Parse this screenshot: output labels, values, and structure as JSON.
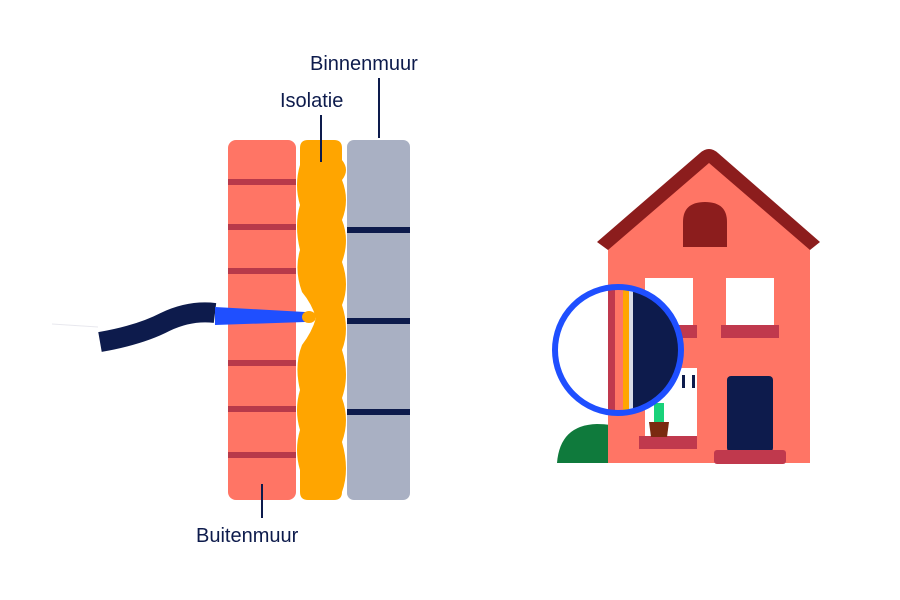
{
  "labels": {
    "inner_wall": "Binnenmuur",
    "insulation": "Isolatie",
    "outer_wall": "Buitenmuur"
  },
  "colors": {
    "brick": "#ff7565",
    "brick_joint": "#b8394a",
    "insulation": "#ffa500",
    "inner_wall": "#a9b0c3",
    "inner_wall_line": "#0d1b4c",
    "navy": "#0d1b4c",
    "blue": "#1f4fff",
    "roof": "#8c1d1d",
    "sill": "#c0394d",
    "bush": "#0f7a3c",
    "plant": "#19d27a",
    "pot": "#7a2a10"
  },
  "icons": {
    "injection_hose": "hose-icon",
    "magnifier": "magnifying-glass-icon",
    "house": "house-icon"
  }
}
